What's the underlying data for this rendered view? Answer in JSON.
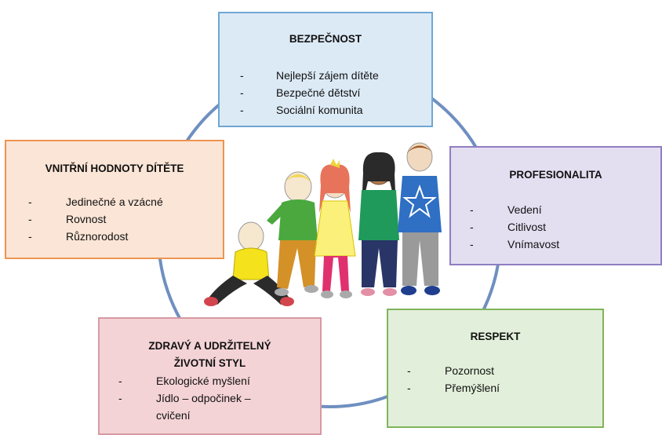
{
  "boxes": {
    "bezpecnost": {
      "title": "BEZPEČNOST",
      "items": [
        "Nejlepší zájem dítěte",
        "Bezpečné dětství",
        "Sociální komunita"
      ]
    },
    "vnitrni": {
      "title": "VNITŘNÍ HODNOTY DÍTĚTE",
      "items": [
        "Jedinečné a vzácné",
        "Rovnost",
        "Různorodost"
      ]
    },
    "profesionalita": {
      "title": "PROFESIONALITA",
      "items": [
        "Vedení",
        "Citlivost",
        "Vnímavost"
      ]
    },
    "respekt": {
      "title": "RESPEKT",
      "items": [
        "Pozornost",
        "Přemýšlení"
      ]
    },
    "zdravy": {
      "title_line1": "ZDRAVÝ A UDRŽITELNÝ",
      "title_line2": "ŽIVOTNÍ STYL",
      "items": [
        "Ekologické myšlení",
        "Jídlo – odpočinek –",
        "cvičení"
      ]
    }
  },
  "dash": "-",
  "colors": {
    "ring": "#6f8fc0",
    "bezpecnost_fill": "#dceaf6",
    "bezpecnost_border": "#6fa6d3",
    "vnitrni_fill": "#fbe5d6",
    "vnitrni_border": "#ed9451",
    "profesionalita_fill": "#e3dff1",
    "profesionalita_border": "#8f7ec2",
    "respekt_fill": "#e2efda",
    "respekt_border": "#7fb55a",
    "zdravy_fill": "#f4d3d6",
    "zdravy_border": "#d69aa1"
  }
}
